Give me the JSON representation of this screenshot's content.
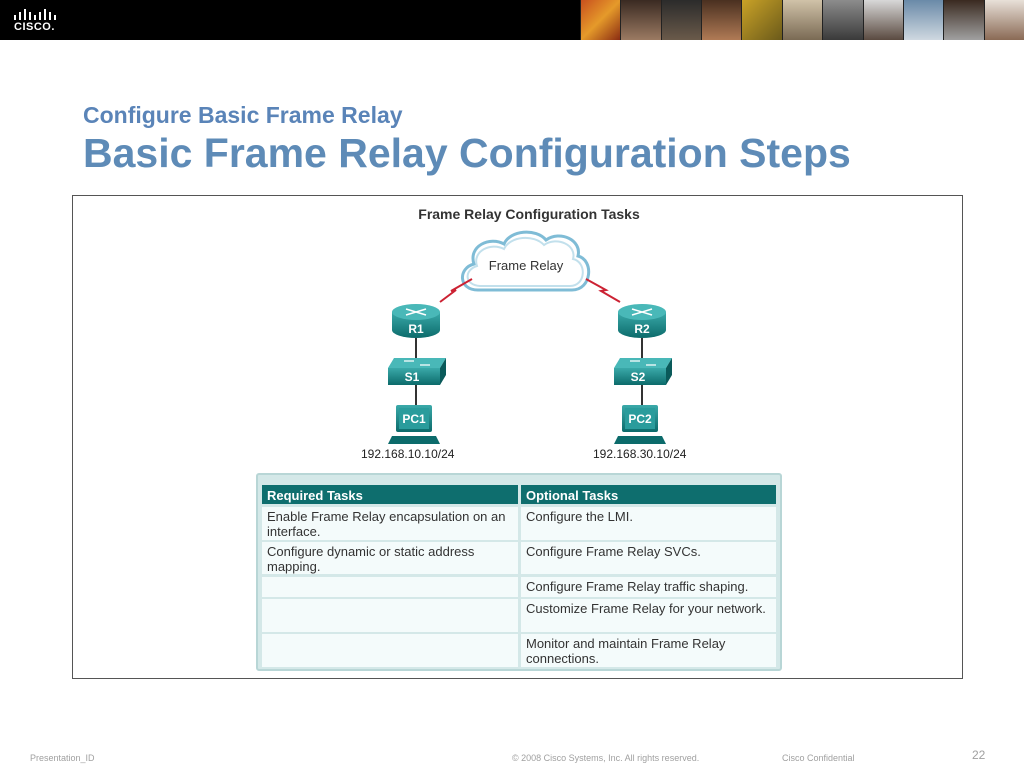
{
  "header": {
    "logo_text": "CISCO."
  },
  "slide": {
    "subtitle": "Configure Basic Frame Relay",
    "title": "Basic Frame Relay Configuration Steps"
  },
  "diagram": {
    "title": "Frame Relay Configuration Tasks",
    "cloud_label": "Frame Relay",
    "devices": {
      "r1": "R1",
      "r2": "R2",
      "s1": "S1",
      "s2": "S2",
      "pc1": "PC1",
      "pc2": "PC2"
    },
    "ip_left": "192.168.10.10/24",
    "ip_right": "192.168.30.10/24"
  },
  "tasks": {
    "required_header": "Required Tasks",
    "optional_header": "Optional Tasks",
    "required": [
      "Enable Frame Relay encapsulation on an interface.",
      "Configure dynamic or static address mapping."
    ],
    "optional": [
      "Configure the LMI.",
      "Configure Frame Relay SVCs.",
      "Configure Frame Relay traffic shaping.",
      "Customize Frame Relay for your network.",
      "Monitor and maintain Frame Relay connections."
    ]
  },
  "footer": {
    "presentation_id": "Presentation_ID",
    "copyright": "© 2008 Cisco Systems, Inc. All rights reserved.",
    "confidential": "Cisco Confidential",
    "page_number": "22"
  },
  "colors": {
    "title_blue": "#5e8bb7",
    "device_teal": "#1a8a8a",
    "table_header": "#0e6e6e",
    "serial_link_red": "#cc2233"
  }
}
